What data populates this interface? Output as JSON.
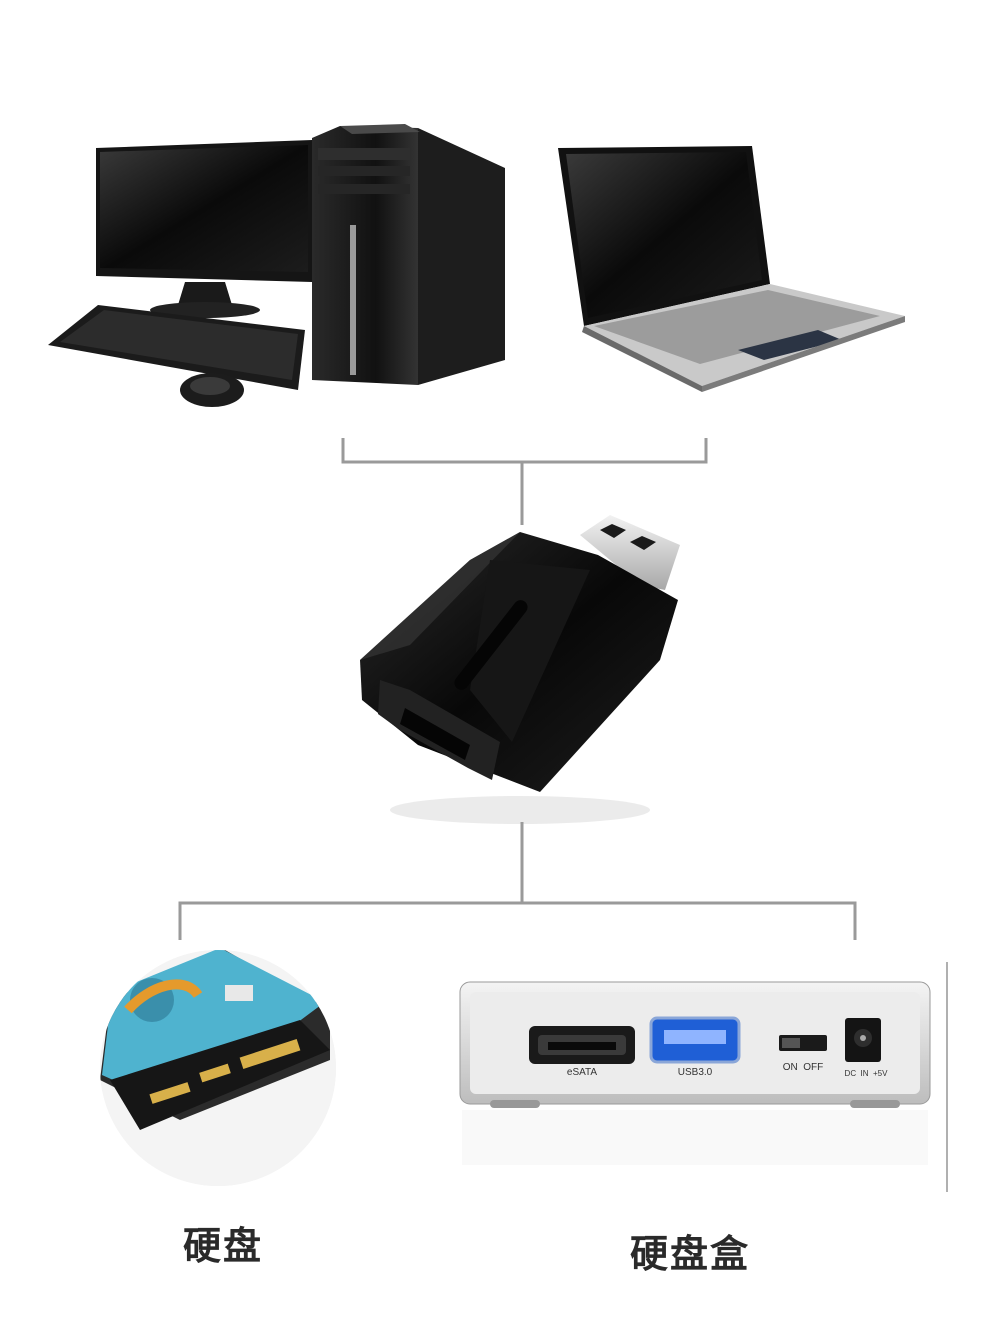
{
  "labels": {
    "hard_drive": "硬盘",
    "hard_drive_enclosure": "硬盘盒"
  },
  "enclosure_ports": {
    "esata": "eSATA",
    "usb": "USB3.0",
    "switch": "ON  OFF",
    "dc": "DC  IN  +5V"
  },
  "colors": {
    "connector_line": "#9a9a9a",
    "usb_port_blue": "#1f5fd6",
    "pcb_blue": "#4fb3cf"
  }
}
